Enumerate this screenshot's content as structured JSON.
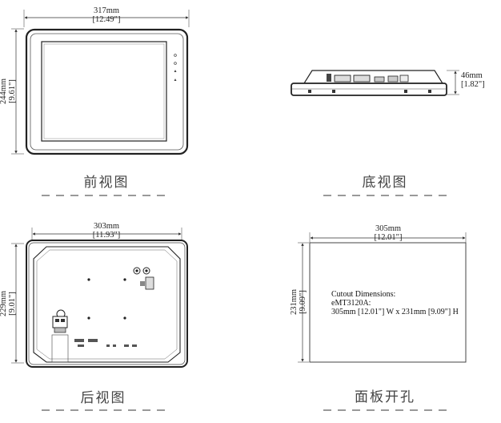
{
  "front": {
    "caption": "前视图",
    "width_mm": "317mm",
    "width_in": "[12.49\"]",
    "height_mm": "244mm",
    "height_in": "[9.61\"]"
  },
  "bottom": {
    "caption": "底视图",
    "depth_mm": "46mm",
    "depth_in": "[1.82\"]"
  },
  "rear": {
    "caption": "后视图",
    "width_mm": "303mm",
    "width_in": "[11.93\"]",
    "height_mm": "229mm",
    "height_in": "[9.01\"]"
  },
  "cutout": {
    "caption": "面板开孔",
    "width_mm": "305mm",
    "width_in": "[12.01\"]",
    "height_mm": "231mm",
    "height_in": "[9.09\"]",
    "line1": "Cutout  Dimensions:",
    "line2": "eMT3120A:",
    "line3": "305mm [12.01\"] W x 231mm [9.09\"] H"
  }
}
